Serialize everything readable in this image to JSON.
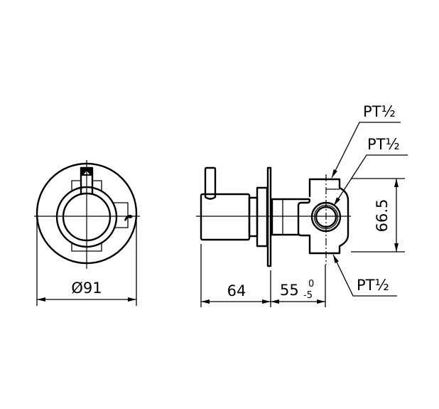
{
  "drawing": {
    "title": "Concealed shower valve dimensional drawing",
    "colors": {
      "line": "#000000",
      "background": "#ffffff"
    },
    "front_view": {
      "diameter_label": "Ø91"
    },
    "side_view": {
      "handle_depth_label": "64",
      "body_depth_label": "55",
      "body_depth_tol_upper": "0",
      "body_depth_tol_lower": "-5",
      "height_label": "66.5"
    },
    "callouts": [
      {
        "id": "top-inlet",
        "label": "PT½"
      },
      {
        "id": "front-outlet",
        "label": "PT½"
      },
      {
        "id": "bottom-outlet",
        "label": "PT½"
      }
    ]
  }
}
